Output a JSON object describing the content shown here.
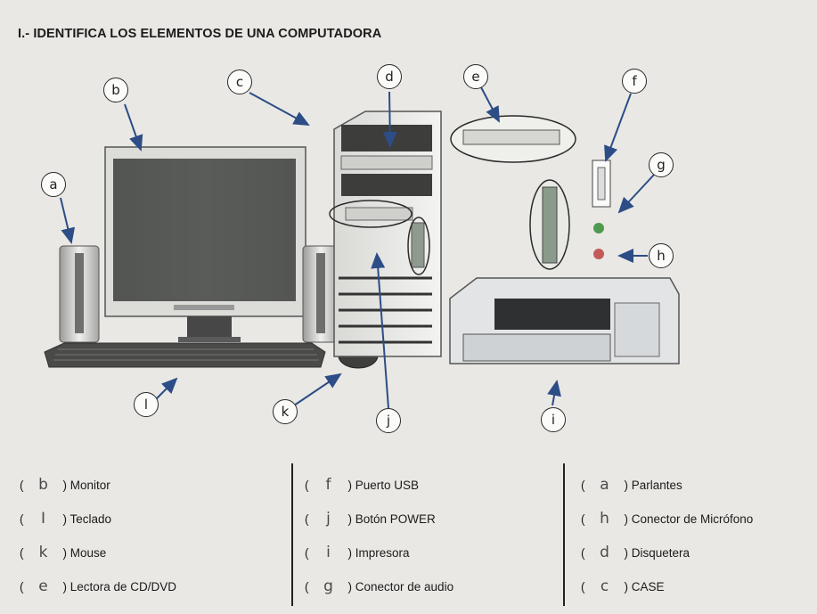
{
  "title": "I.- IDENTIFICA LOS ELEMENTOS DE UNA COMPUTADORA",
  "callouts": {
    "a": "a",
    "b": "b",
    "c": "c",
    "d": "d",
    "e": "e",
    "f": "f",
    "g": "g",
    "h": "h",
    "i": "i",
    "j": "j",
    "k": "k",
    "l": "l"
  },
  "matching": {
    "col1": [
      {
        "answer": "b",
        "label": ") Monitor"
      },
      {
        "answer": "I",
        "label": ") Teclado"
      },
      {
        "answer": "k",
        "label": ") Mouse"
      },
      {
        "answer": "e",
        "label": ") Lectora de CD/DVD"
      }
    ],
    "col2": [
      {
        "answer": "f",
        "label": ") Puerto USB"
      },
      {
        "answer": "j",
        "label": ") Botón POWER"
      },
      {
        "answer": "i",
        "label": ") Impresora"
      },
      {
        "answer": "g",
        "label": ") Conector de audio"
      }
    ],
    "col3": [
      {
        "answer": "a",
        "label": ") Parlantes"
      },
      {
        "answer": "h",
        "label": ") Conector de Micrófono"
      },
      {
        "answer": "d",
        "label": ") Disquetera"
      },
      {
        "answer": "c",
        "label": ") CASE"
      }
    ]
  },
  "open_paren": "("
}
